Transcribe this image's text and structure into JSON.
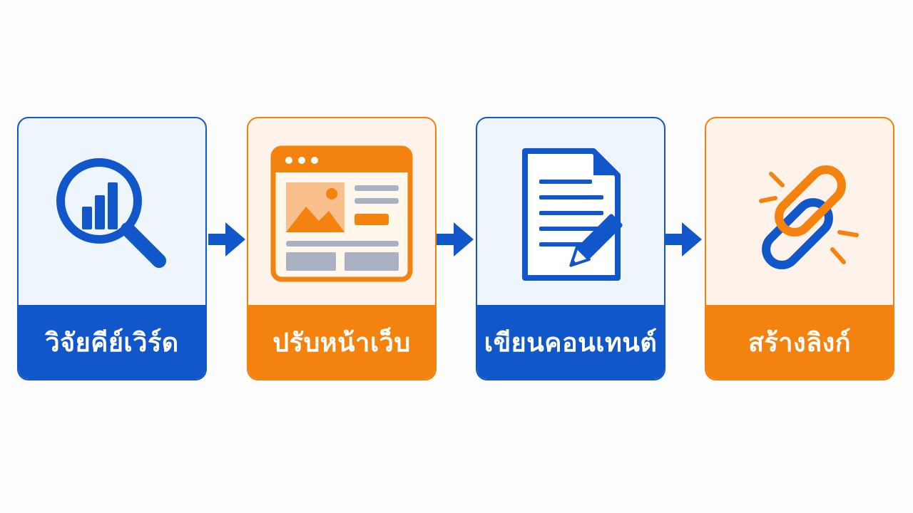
{
  "colors": {
    "blue": "#1157c9",
    "orange": "#f4820f",
    "gray": "#a9b1c3"
  },
  "steps": [
    {
      "label": "วิจัยคีย์เวิร์ด",
      "icon": "magnifier-chart-icon",
      "theme": "blue"
    },
    {
      "label": "ปรับหน้าเว็บ",
      "icon": "web-page-icon",
      "theme": "orange"
    },
    {
      "label": "เขียนคอนเทนต์",
      "icon": "document-pencil-icon",
      "theme": "blue"
    },
    {
      "label": "สร้างลิงก์",
      "icon": "chain-link-icon",
      "theme": "orange"
    }
  ],
  "arrows": [
    "arrow-right-icon",
    "arrow-right-icon",
    "arrow-right-icon"
  ]
}
